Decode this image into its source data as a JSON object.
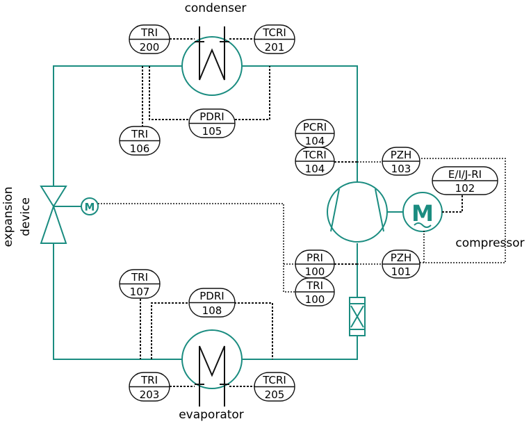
{
  "components": {
    "condenser": "condenser",
    "evaporator": "evaporator",
    "compressor": "compressor",
    "expansion_device_line1": "expansion",
    "expansion_device_line2": "device",
    "valve_motor_symbol": "M",
    "compressor_motor_symbol": "M"
  },
  "instruments": [
    {
      "id": "tri-200",
      "top": "TRI",
      "bottom": "200"
    },
    {
      "id": "tcri-201",
      "top": "TCRI",
      "bottom": "201"
    },
    {
      "id": "pdri-105",
      "top": "PDRI",
      "bottom": "105"
    },
    {
      "id": "tri-106",
      "top": "TRI",
      "bottom": "106"
    },
    {
      "id": "pcri-104",
      "top": "PCRI",
      "bottom": "104"
    },
    {
      "id": "tcri-104",
      "top": "TCRI",
      "bottom": "104"
    },
    {
      "id": "pzh-103",
      "top": "PZH",
      "bottom": "103"
    },
    {
      "id": "eijri-102",
      "top": "E/I/J-RI",
      "bottom": "102"
    },
    {
      "id": "pri-100",
      "top": "PRI",
      "bottom": "100"
    },
    {
      "id": "tri-100",
      "top": "TRI",
      "bottom": "100"
    },
    {
      "id": "pzh-101",
      "top": "PZH",
      "bottom": "101"
    },
    {
      "id": "tri-107",
      "top": "TRI",
      "bottom": "107"
    },
    {
      "id": "pdri-108",
      "top": "PDRI",
      "bottom": "108"
    },
    {
      "id": "tri-203",
      "top": "TRI",
      "bottom": "203"
    },
    {
      "id": "tcri-205",
      "top": "TCRI",
      "bottom": "205"
    }
  ],
  "colors": {
    "pipe": "#1a8c80",
    "signal": "#111111"
  }
}
